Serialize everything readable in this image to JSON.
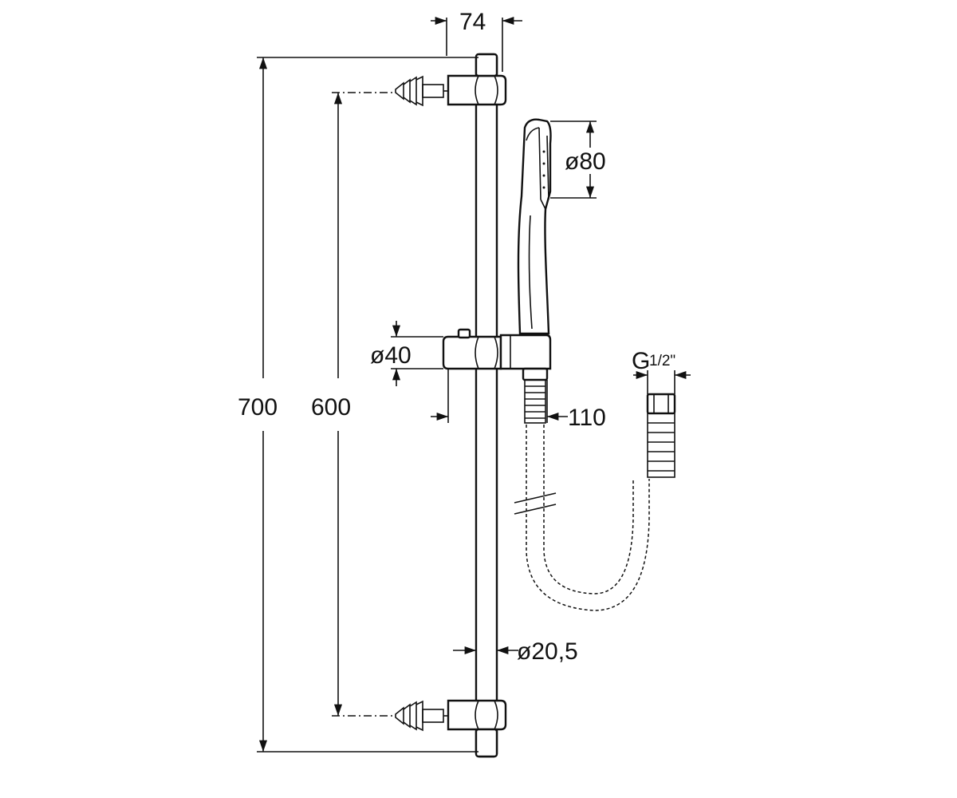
{
  "diagram": {
    "dimensions": {
      "width_top": "74",
      "overall_height": "700",
      "fixing_distance": "600",
      "handshower_diameter": "ø80",
      "holder_diameter": "ø40",
      "holder_offset": "110",
      "bar_diameter": "ø20,5",
      "connection_thread": "G",
      "connection_fraction": "1/2\""
    },
    "colors": {
      "line": "#111111",
      "background": "#ffffff"
    }
  }
}
